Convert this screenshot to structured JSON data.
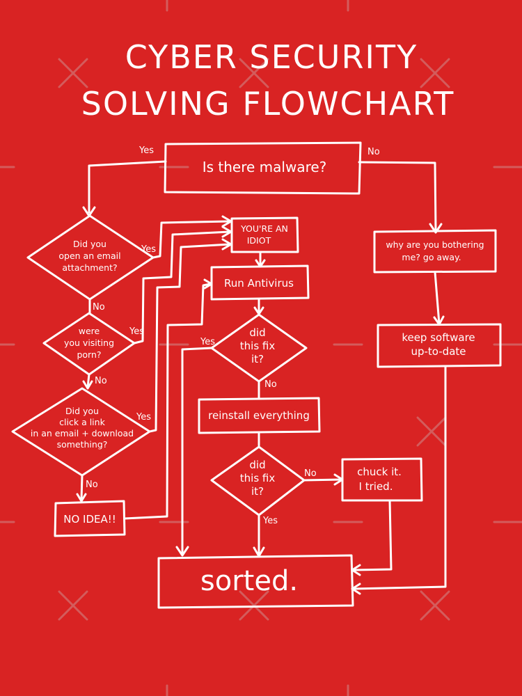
{
  "title": {
    "line1": "CYBER SECURITY",
    "line2": "SOLVING FLOWCHART"
  },
  "colors": {
    "background": "#d92323",
    "ink": "#ffffff"
  },
  "nodes": {
    "malware": "Is there malware?",
    "email_attachment": [
      "Did you",
      "open an email",
      "attachment?"
    ],
    "visiting_porn": [
      "were",
      "you visiting",
      "porn?"
    ],
    "click_link": [
      "Did you",
      "click a link",
      "in an email + download",
      "something?"
    ],
    "no_idea": "NO IDEA!!",
    "idiot": [
      "YOU'RE AN",
      "IDIOT"
    ],
    "run_antivirus": "Run Antivirus",
    "fix1": [
      "did",
      "this fix",
      "it?"
    ],
    "reinstall": "reinstall everything",
    "fix2": [
      "did",
      "this fix",
      "it?"
    ],
    "chuck": [
      "chuck it.",
      "I tried."
    ],
    "bothering": [
      "why are you bothering",
      "me? go away."
    ],
    "keep_software": [
      "keep software",
      "up-to-date"
    ],
    "sorted": "sorted."
  },
  "labels": {
    "yes": "Yes",
    "no": "No",
    "yes_lower": "yes"
  }
}
